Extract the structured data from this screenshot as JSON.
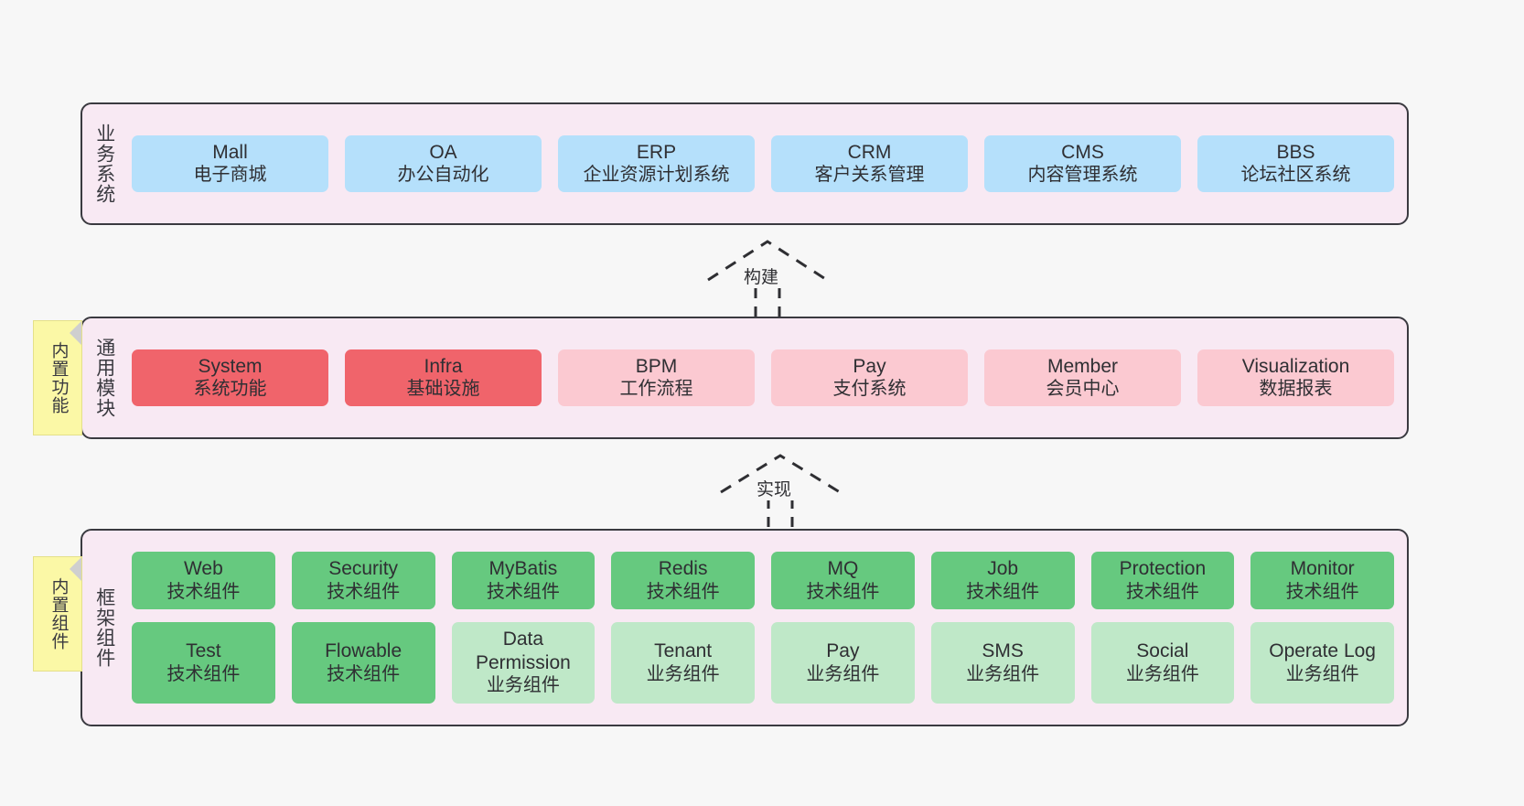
{
  "diagram": {
    "background": "#f7f7f7",
    "panel_fill": "#f8e9f3",
    "panel_border": "#3a3a40",
    "note_fill": "#fbf8a6"
  },
  "layers": [
    {
      "id": "business-system",
      "label": "业务系统",
      "badge": null,
      "rows": [
        [
          {
            "title": "Mall",
            "subtitle": "电子商城",
            "color": "#b5e0fb",
            "style": "c-blue"
          },
          {
            "title": "OA",
            "subtitle": "办公自动化",
            "color": "#b5e0fb",
            "style": "c-blue"
          },
          {
            "title": "ERP",
            "subtitle": "企业资源计划系统",
            "color": "#b5e0fb",
            "style": "c-blue"
          },
          {
            "title": "CRM",
            "subtitle": "客户关系管理",
            "color": "#b5e0fb",
            "style": "c-blue"
          },
          {
            "title": "CMS",
            "subtitle": "内容管理系统",
            "color": "#b5e0fb",
            "style": "c-blue"
          },
          {
            "title": "BBS",
            "subtitle": "论坛社区系统",
            "color": "#b5e0fb",
            "style": "c-blue"
          }
        ]
      ]
    },
    {
      "id": "common-module",
      "label": "通用模块",
      "badge": "内置功能",
      "rows": [
        [
          {
            "title": "System",
            "subtitle": "系统功能",
            "color": "#f0646b",
            "style": "c-red"
          },
          {
            "title": "Infra",
            "subtitle": "基础设施",
            "color": "#f0646b",
            "style": "c-red"
          },
          {
            "title": "BPM",
            "subtitle": "工作流程",
            "color": "#fbc9d1",
            "style": "c-pink"
          },
          {
            "title": "Pay",
            "subtitle": "支付系统",
            "color": "#fbc9d1",
            "style": "c-pink"
          },
          {
            "title": "Member",
            "subtitle": "会员中心",
            "color": "#fbc9d1",
            "style": "c-pink"
          },
          {
            "title": "Visualization",
            "subtitle": "数据报表",
            "color": "#fbc9d1",
            "style": "c-pink"
          }
        ]
      ]
    },
    {
      "id": "framework-component",
      "label": "框架组件",
      "badge": "内置组件",
      "rows": [
        [
          {
            "title": "Web",
            "subtitle": "技术组件",
            "color": "#66c97f",
            "style": "c-green"
          },
          {
            "title": "Security",
            "subtitle": "技术组件",
            "color": "#66c97f",
            "style": "c-green"
          },
          {
            "title": "MyBatis",
            "subtitle": "技术组件",
            "color": "#66c97f",
            "style": "c-green"
          },
          {
            "title": "Redis",
            "subtitle": "技术组件",
            "color": "#66c97f",
            "style": "c-green"
          },
          {
            "title": "MQ",
            "subtitle": "技术组件",
            "color": "#66c97f",
            "style": "c-green"
          },
          {
            "title": "Job",
            "subtitle": "技术组件",
            "color": "#66c97f",
            "style": "c-green"
          },
          {
            "title": "Protection",
            "subtitle": "技术组件",
            "color": "#66c97f",
            "style": "c-green"
          },
          {
            "title": "Monitor",
            "subtitle": "技术组件",
            "color": "#66c97f",
            "style": "c-green"
          }
        ],
        [
          {
            "title": "Test",
            "subtitle": "技术组件",
            "color": "#66c97f",
            "style": "c-green"
          },
          {
            "title": "Flowable",
            "subtitle": "技术组件",
            "color": "#66c97f",
            "style": "c-green"
          },
          {
            "title": "Data Permission",
            "subtitle": "业务组件",
            "color": "#bfe8c8",
            "style": "c-lightgreen"
          },
          {
            "title": "Tenant",
            "subtitle": "业务组件",
            "color": "#bfe8c8",
            "style": "c-lightgreen"
          },
          {
            "title": "Pay",
            "subtitle": "业务组件",
            "color": "#bfe8c8",
            "style": "c-lightgreen"
          },
          {
            "title": "SMS",
            "subtitle": "业务组件",
            "color": "#bfe8c8",
            "style": "c-lightgreen"
          },
          {
            "title": "Social",
            "subtitle": "业务组件",
            "color": "#bfe8c8",
            "style": "c-lightgreen"
          },
          {
            "title": "Operate Log",
            "subtitle": "业务组件",
            "color": "#bfe8c8",
            "style": "c-lightgreen"
          }
        ]
      ]
    }
  ],
  "connectors": [
    {
      "id": "build",
      "label": "构建",
      "from": "common-module",
      "to": "business-system"
    },
    {
      "id": "implement",
      "label": "实现",
      "from": "framework-component",
      "to": "common-module"
    }
  ]
}
